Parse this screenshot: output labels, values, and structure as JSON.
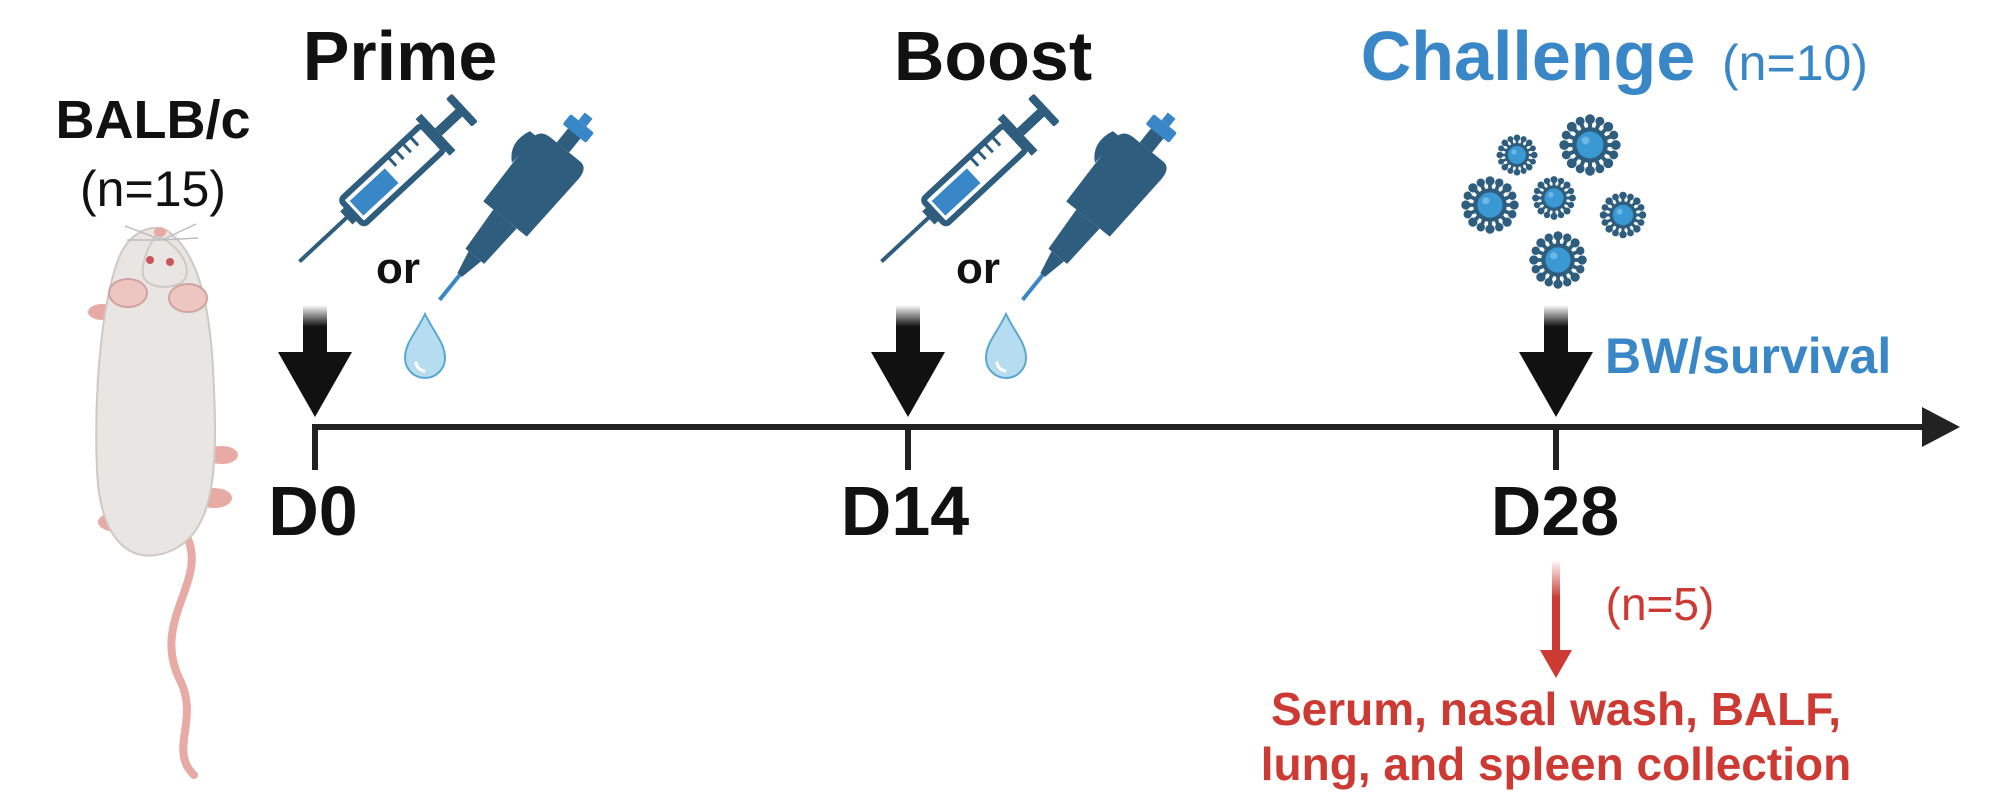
{
  "subject": {
    "strain": "BALB/c",
    "n": "(n=15)"
  },
  "timepoints": [
    {
      "label": "D0",
      "event": "Prime",
      "connector": "or"
    },
    {
      "label": "D14",
      "event": "Boost",
      "connector": "or"
    },
    {
      "label": "D28",
      "event": "Challenge",
      "event_n": "(n=10)",
      "outcome": "BW/survival"
    }
  ],
  "collection": {
    "n": "(n=5)",
    "line1": "Serum, nasal wash, BALF,",
    "line2": "lung, and spleen collection"
  },
  "colors": {
    "black": "#111111",
    "timeline": "#222222",
    "blue": "#3a87c8",
    "dark_blue": "#2e5d7e",
    "red": "#cc3a33",
    "drop": "#a9d6ee",
    "mouse_body": "#e9e5e2",
    "mouse_skin": "#e8aaa4"
  },
  "icons": {
    "subject": "mouse-icon",
    "injection": "syringe-icon",
    "intranasal": "pipette-icon",
    "droplet": "droplet-icon",
    "pathogen": "virus-icon"
  }
}
